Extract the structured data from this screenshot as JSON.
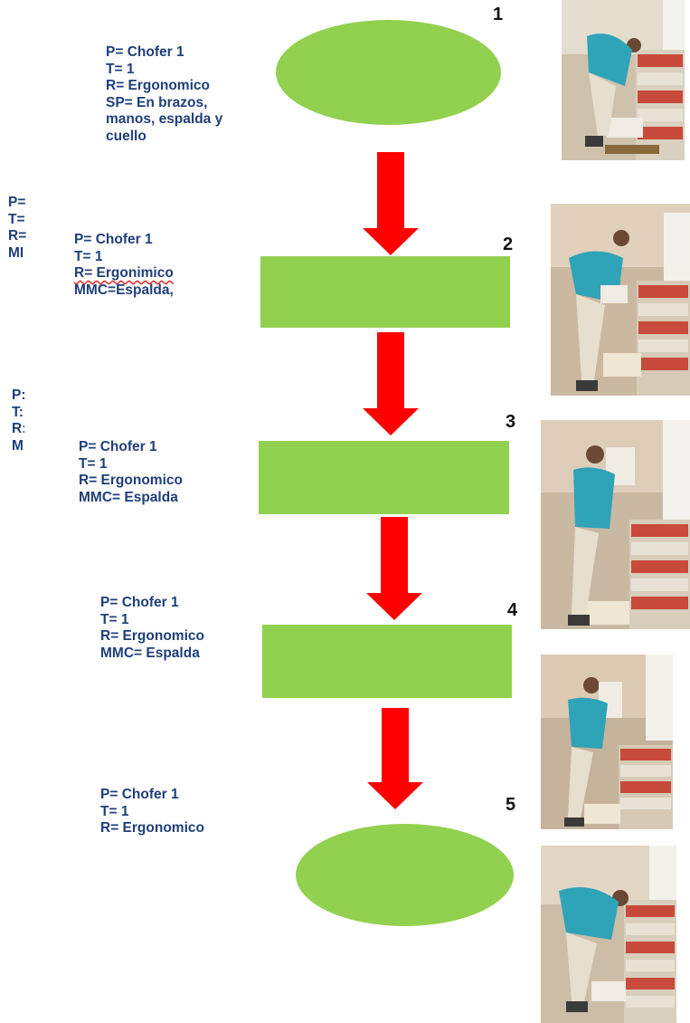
{
  "colors": {
    "shape_fill": "#92d050",
    "arrow": "#ff0000",
    "text": "#1f3f7a"
  },
  "steps": [
    {
      "number": "1",
      "shape": "ellipse",
      "note": [
        "P=  Chofer 1",
        "T= 1",
        "R= Ergonomico",
        "SP= En brazos,",
        "manos, espalda y",
        "cuello"
      ]
    },
    {
      "number": "2",
      "shape": "rectangle",
      "note": [
        "P= Chofer 1",
        "T= 1",
        "R= Ergonimico",
        "MMC=Espalda,"
      ]
    },
    {
      "number": "3",
      "shape": "rectangle",
      "note": [
        "P= Chofer 1",
        "T= 1",
        "R= Ergonomico",
        "MMC= Espalda"
      ]
    },
    {
      "number": "4",
      "shape": "rectangle",
      "note": [
        "P= Chofer 1",
        "T= 1",
        "R=  Ergonomico",
        "MMC= Espalda"
      ]
    },
    {
      "number": "5",
      "shape": "ellipse",
      "note": [
        "P= Chofer 1",
        "T= 1",
        "R= Ergonomico"
      ]
    }
  ],
  "clipped_notes": [
    [
      "P=",
      "T=",
      "R=",
      "MI"
    ],
    [
      "P:",
      "T:",
      "R:",
      "M"
    ]
  ],
  "photos": [
    {
      "icon": "worker-lifting-bag-photo"
    },
    {
      "icon": "worker-carrying-bag-photo"
    },
    {
      "icon": "worker-shouldering-bag-photo"
    },
    {
      "icon": "worker-shouldering-bag-photo"
    },
    {
      "icon": "worker-placing-bag-photo"
    }
  ]
}
